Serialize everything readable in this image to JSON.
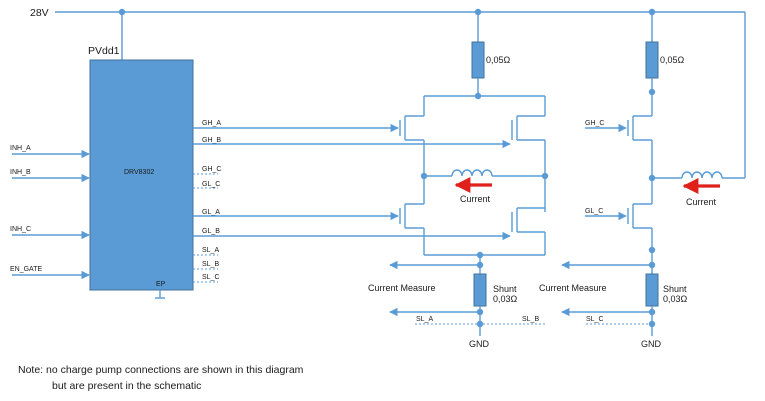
{
  "rail": {
    "label": "28V"
  },
  "driver": {
    "supply_label": "PVdd1",
    "name": "DRV8302",
    "ep_label": "EP",
    "inputs": [
      "INH_A",
      "INH_B",
      "INH_C",
      "EN_GATE"
    ],
    "outputs": [
      "GH_A",
      "GH_B",
      "GH_C",
      "GL_C",
      "GL_A",
      "GL_B",
      "SL_A",
      "SL_B",
      "SL_C"
    ]
  },
  "bridge_left": {
    "sense_resistor": "0,05Ω",
    "current_label": "Current",
    "measure_label": "Current Measure",
    "shunt_label": "Shunt",
    "shunt_value": "0,03Ω",
    "sl_left": "SL_A",
    "sl_right": "SL_B",
    "gnd": "GND"
  },
  "bridge_right": {
    "sense_resistor": "0,05Ω",
    "gate_high": "GH_C",
    "gate_low": "GL_C",
    "current_label": "Current",
    "measure_label": "Current Measure",
    "shunt_label": "Shunt",
    "shunt_value": "0,03Ω",
    "sl_label": "SL_C",
    "gnd": "GND"
  },
  "note": {
    "line1": "Note:  no charge pump connections are shown in this diagram",
    "line2": "but are present in the schematic"
  },
  "colors": {
    "wire": "#5b9bd5",
    "block": "#5b9bd5",
    "current_arrow": "#e0201b"
  }
}
